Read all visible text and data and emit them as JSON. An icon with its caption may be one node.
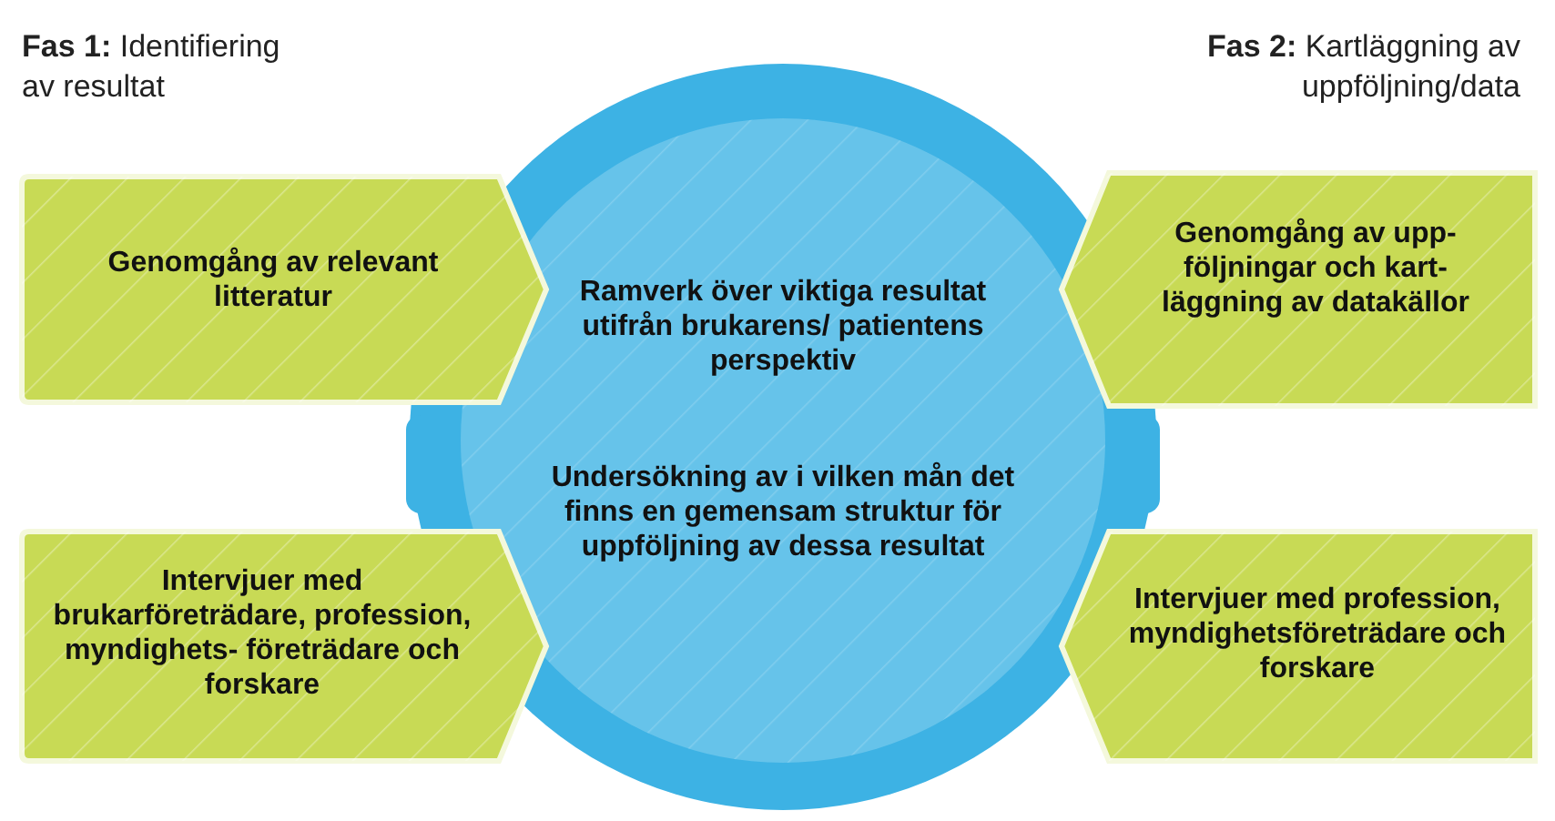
{
  "diagram": {
    "nodes": [
      {
        "text": [
          "Genomgång av relevant litteratur"
        ]
      },
      {
        "text": [
          "Ramverk över viktiga resultat utifrån brukarens/ patientens perspektiv",
          "Undersökning av i vilken mån det finns en gemensam struktur för uppföljning av dessa resultat"
        ]
      },
      {
        "text": [
          "Genomgång av upp- följningar och kart- läggning av datakällor"
        ]
      },
      {
        "text": [
          "Intervjuer med brukarföreträdare, profession, myndighets- företrädare och forskare"
        ]
      },
      {
        "text": [
          "Intervjuer med profession, myndighetsföreträdare och forskare"
        ]
      }
    ],
    "labels": [
      "**Fas 1:** Identifiering av resultat",
      "**Fas 2:** Kartläggning av uppföljning/data"
    ]
  }
}
